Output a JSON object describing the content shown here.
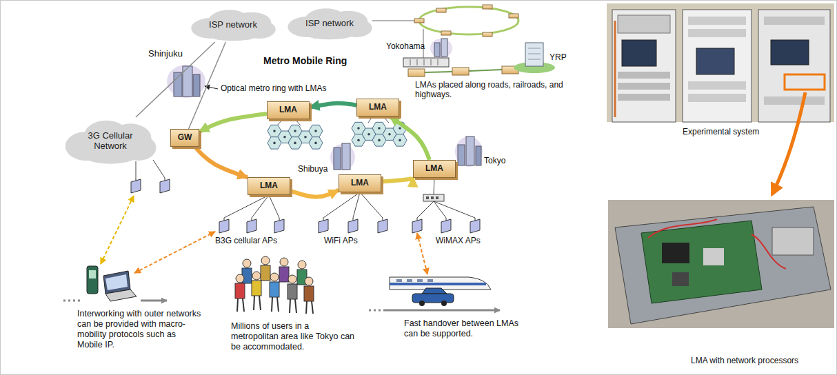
{
  "diagram": {
    "nodes": [
      {
        "text": [
          "ISP network"
        ]
      },
      {
        "text": [
          "ISP network"
        ]
      },
      {
        "text": [
          "3G Cellular Network"
        ]
      },
      {
        "text": [
          "GW"
        ]
      },
      {
        "text": [
          "LMA"
        ]
      },
      {
        "text": [
          "LMA"
        ]
      },
      {
        "text": [
          "LMA"
        ]
      },
      {
        "text": [
          "LMA"
        ]
      },
      {
        "text": [
          "LMA"
        ]
      }
    ],
    "edges": [
      {
        "from": 0,
        "to": 2,
        "arrow": "none"
      },
      {
        "from": 0,
        "to": 3,
        "arrow": "none"
      },
      {
        "from": 3,
        "to": 6,
        "arrow": "to"
      },
      {
        "from": 6,
        "to": 7,
        "arrow": "to"
      },
      {
        "from": 7,
        "to": 8,
        "arrow": "to"
      },
      {
        "from": 8,
        "to": 5,
        "arrow": "to"
      },
      {
        "from": 5,
        "to": 4,
        "arrow": "to"
      },
      {
        "from": 4,
        "to": 3,
        "arrow": "to"
      }
    ],
    "labels": [
      "Metro Mobile Ring",
      "Shinjuku",
      "Optical metro ring with LMAs",
      "Yokohama",
      "YRP",
      "LMAs placed along roads, railroads, and highways.",
      "Shibuya",
      "Tokyo",
      "B3G cellular APs",
      "WiFi APs",
      "WiMAX APs",
      "Interworking with outer networks can be provided with macro-mobility protocols such as Mobile IP.",
      "Millions of users in a metropolitan area like Tokyo can be accommodated.",
      "Fast handover between LMAs can be supported.",
      "Experimental system",
      "LMA with network processors"
    ]
  }
}
